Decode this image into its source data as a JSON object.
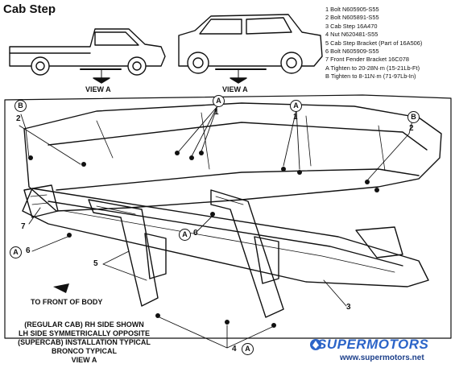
{
  "title": "Cab Step",
  "legend": [
    "1 Bolt    N605905-S55",
    "2 Bolt    N605891-S55",
    "3 Cab Step    16A470",
    "4 Nut    N620481-S55",
    "5 Cab Step Bracket (Part of 16A506)",
    "6 Bolt    N605909-S55",
    "7 Front Fender Bracket    16C078",
    "A Tighten to 20-28N·m (15-21Lb-Ft)",
    "B Tighten to 8-11N·m (71-97Lb-In)"
  ],
  "labels": {
    "view_a_left": "VIEW A",
    "view_a_right": "VIEW A",
    "front_of_body": "TO FRONT OF BODY"
  },
  "note": [
    "(REGULAR CAB) RH SIDE SHOWN",
    "LH SIDE SYMMETRICALLY OPPOSITE",
    "(SUPERCAB) INSTALLATION TYPICAL",
    "BRONCO TYPICAL",
    "VIEW A"
  ],
  "callouts": {
    "b_left": "B",
    "b_right": "B",
    "a_top_mid": "A",
    "a_top_right": "A",
    "a_mid": "A",
    "a_left": "A",
    "a_bottom": "A"
  },
  "numbers": {
    "n2_left": "2",
    "n1_top": "1",
    "n1_right": "1",
    "n2_right": "2",
    "n7": "7",
    "n6_mid": "6",
    "n6_left": "6",
    "n5": "5",
    "n3": "3",
    "n4": "4"
  },
  "watermark": {
    "brand": "SUPERMOTORS",
    "url": "www.supermotors.net"
  }
}
